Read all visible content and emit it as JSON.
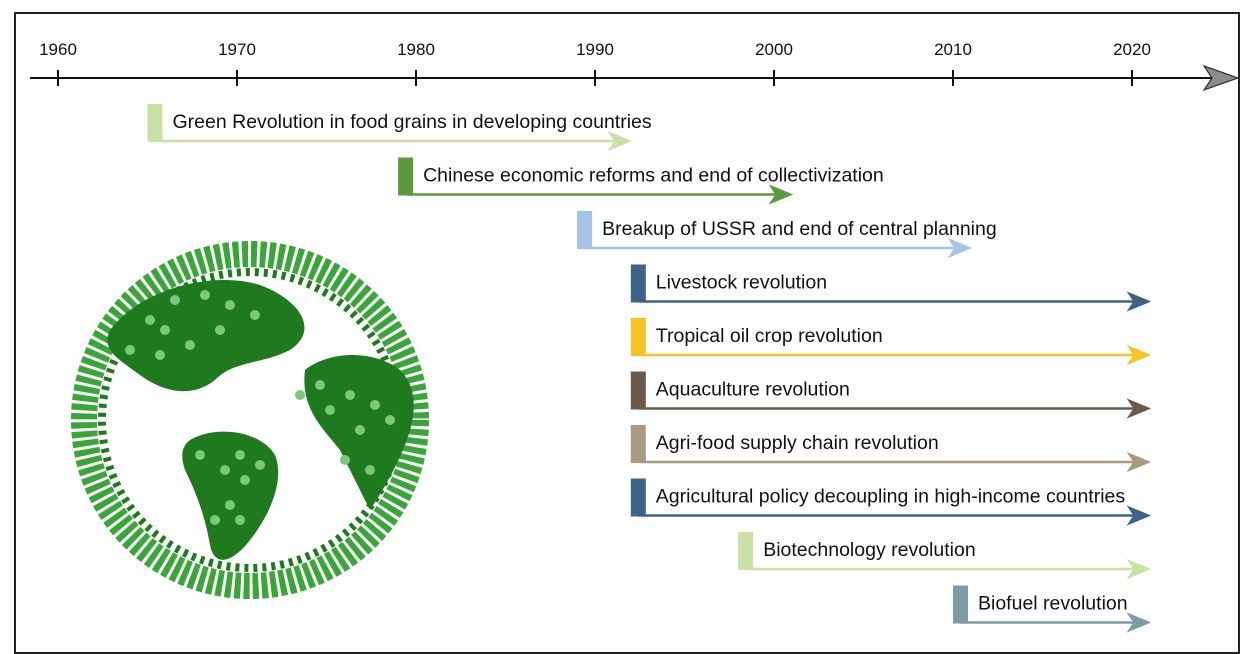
{
  "axis": {
    "ticks": [
      "1960",
      "1970",
      "1980",
      "1990",
      "2000",
      "2010",
      "2020"
    ]
  },
  "colors": {
    "axis": "#111111",
    "arrowhead": "#8c8c8c",
    "globe_dark": "#1f7a1f",
    "globe_mid": "#3aa63a",
    "globe_light": "#7cc77c"
  },
  "events": [
    {
      "label": "Green Revolution in food grains in developing countries",
      "start": 1965,
      "end": 1992,
      "color": "#c9e0a6",
      "ongoing": false
    },
    {
      "label": "Chinese economic reforms and end of collectivization",
      "start": 1979,
      "end": 2001,
      "color": "#5a9a3c",
      "ongoing": false
    },
    {
      "label": "Breakup of USSR and end of central planning",
      "start": 1989,
      "end": 2011,
      "color": "#a7c4e6",
      "ongoing": false
    },
    {
      "label": "Livestock revolution",
      "start": 1992,
      "end": 2021,
      "color": "#3d6387",
      "ongoing": true
    },
    {
      "label": "Tropical oil crop revolution",
      "start": 1992,
      "end": 2021,
      "color": "#f5c324",
      "ongoing": true
    },
    {
      "label": "Aquaculture revolution",
      "start": 1992,
      "end": 2021,
      "color": "#6b5a4c",
      "ongoing": true
    },
    {
      "label": "Agri-food supply chain revolution",
      "start": 1992,
      "end": 2021,
      "color": "#a89a80",
      "ongoing": true
    },
    {
      "label": "Agricultural policy decoupling in high-income countries",
      "start": 1992,
      "end": 2021,
      "color": "#3d6387",
      "ongoing": true
    },
    {
      "label": "Biotechnology revolution",
      "start": 1998,
      "end": 2021,
      "color": "#c9e0a6",
      "ongoing": true
    },
    {
      "label": "Biofuel revolution",
      "start": 2010,
      "end": 2021,
      "color": "#7e9aa3",
      "ongoing": true
    }
  ]
}
